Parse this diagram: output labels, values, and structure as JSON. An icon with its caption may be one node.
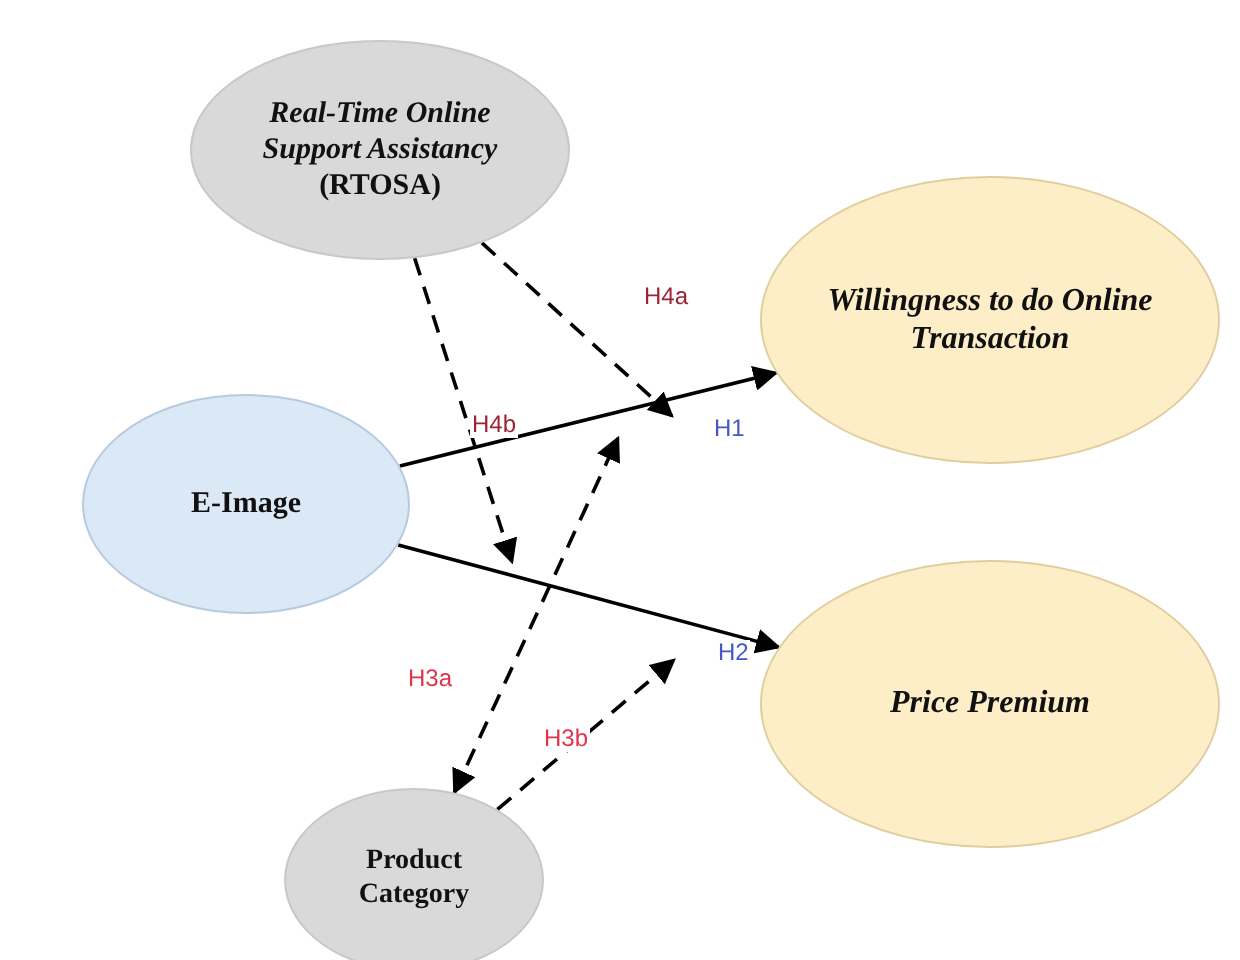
{
  "diagram": {
    "nodes": [
      {
        "text": [
          "Real-Time Online Support Assistancy",
          "(RTOSA)"
        ]
      },
      {
        "text": [
          "Willingness to do Online Transaction"
        ]
      },
      {
        "text": [
          "E-Image"
        ]
      },
      {
        "text": [
          "Price Premium"
        ]
      },
      {
        "text": [
          "Product Category"
        ]
      }
    ],
    "edges": [
      {
        "from": 2,
        "to": 1,
        "arrow": "to",
        "label": "H1"
      },
      {
        "from": 2,
        "to": 3,
        "arrow": "to",
        "label": "H2"
      },
      {
        "from": 0,
        "to": null,
        "arrow": "to",
        "label": "H4a",
        "style": "dashed"
      },
      {
        "from": 0,
        "to": null,
        "arrow": "to",
        "label": "H4b",
        "style": "dashed"
      },
      {
        "from": 4,
        "to": null,
        "arrow": "both",
        "label": "H3a",
        "style": "dashed"
      },
      {
        "from": 4,
        "to": null,
        "arrow": "to",
        "label": "H3b",
        "style": "dashed"
      }
    ]
  }
}
